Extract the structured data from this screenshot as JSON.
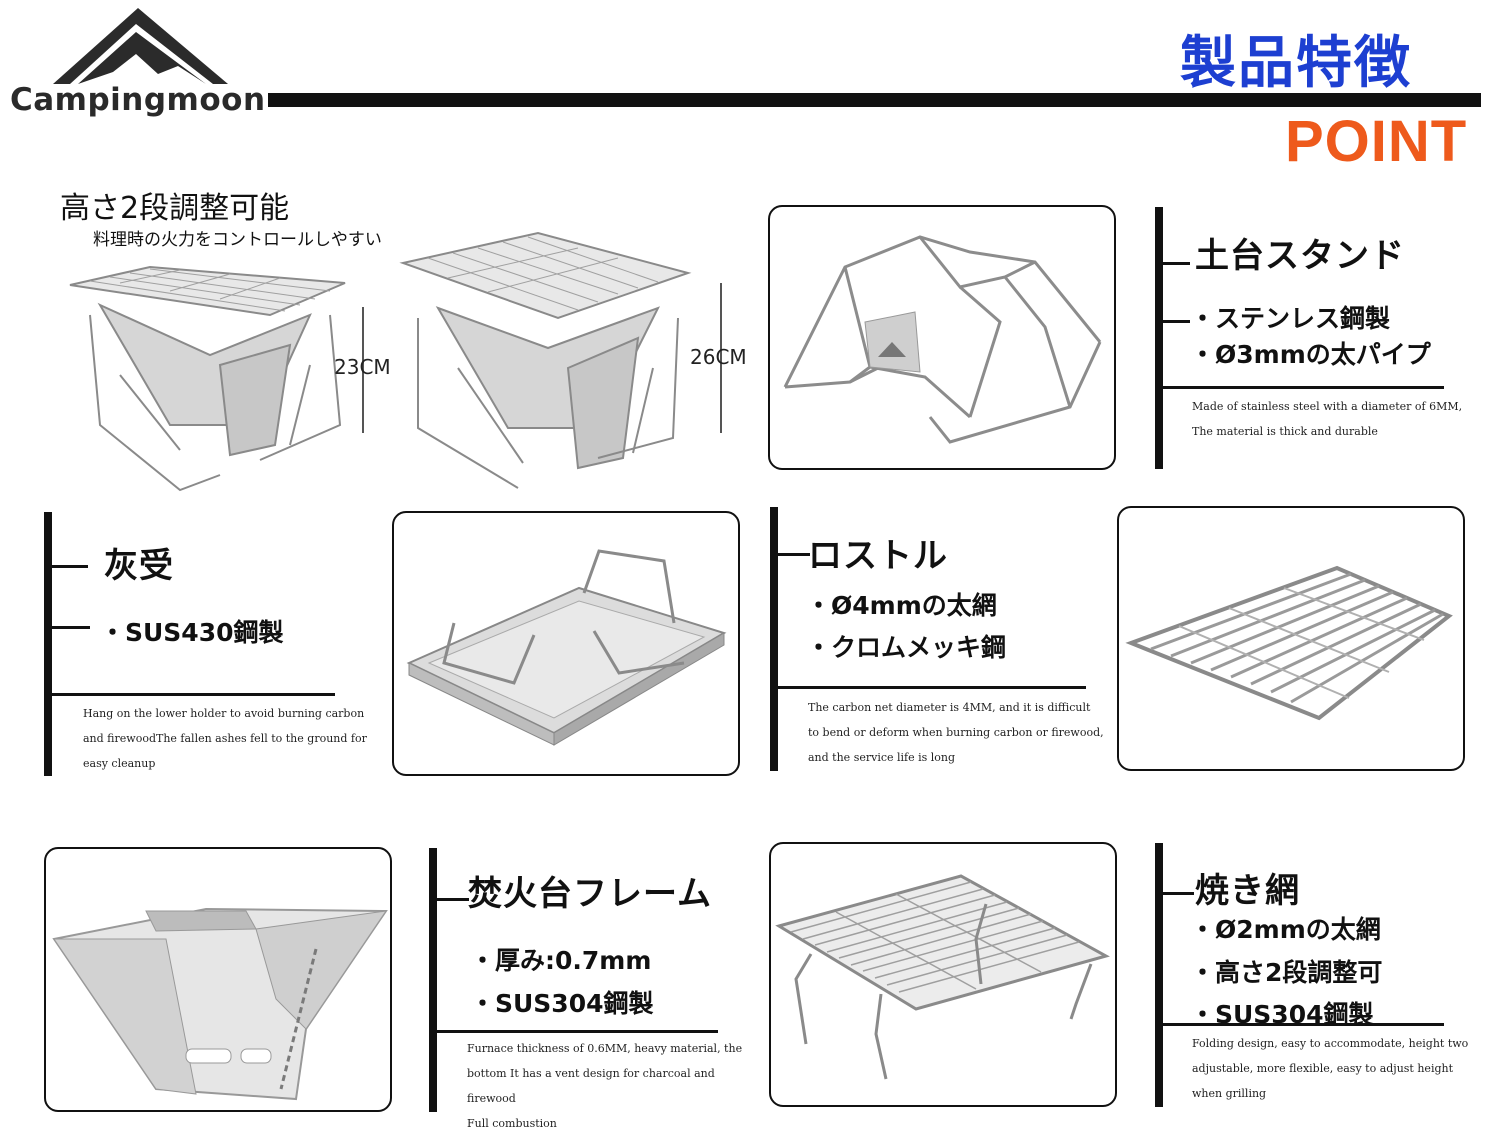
{
  "brand": {
    "name": "Campingmoon"
  },
  "header": {
    "title_jp": "製品特徴",
    "title_en": "POINT"
  },
  "hero": {
    "title": "高さ2段調整可能",
    "subtitle": "料理時の火力をコントロールしやすい",
    "low_height": "23CM",
    "high_height": "26CM"
  },
  "sections": {
    "stand": {
      "title": "土台スタンド",
      "bullets": [
        "・ステンレス鋼製",
        "・Ø3mmの太パイプ"
      ],
      "desc": [
        "Made of stainless steel with a diameter of 6MM,",
        "The material is thick and durable"
      ]
    },
    "ash": {
      "title": "灰受",
      "bullets": [
        "・SUS430鋼製"
      ],
      "desc": [
        "Hang on the lower holder to avoid burning carbon",
        "and firewoodThe fallen ashes fell to the ground for",
        "easy cleanup"
      ]
    },
    "grate": {
      "title": "ロストル",
      "bullets": [
        "・Ø4mmの太網",
        "・クロムメッキ鋼"
      ],
      "desc": [
        "The carbon net diameter is 4MM, and it is difficult",
        "to bend or deform when burning carbon or firewood,",
        "and the service life is long"
      ]
    },
    "frame": {
      "title": "焚火台フレーム",
      "bullets": [
        "・厚み:0.7mm",
        "・SUS304鋼製"
      ],
      "desc": [
        "Furnace thickness of 0.6MM, heavy material, the",
        "bottom It has a vent design for charcoal and firewood",
        "Full combustion"
      ]
    },
    "grill": {
      "title": "焼き網",
      "bullets": [
        "・Ø2mmの太網",
        "・高さ2段調整可",
        "・SUS304鋼製"
      ],
      "desc": [
        "Folding design, easy to accommodate, height two",
        "adjustable, more flexible, easy to adjust height",
        "when grilling"
      ]
    }
  }
}
